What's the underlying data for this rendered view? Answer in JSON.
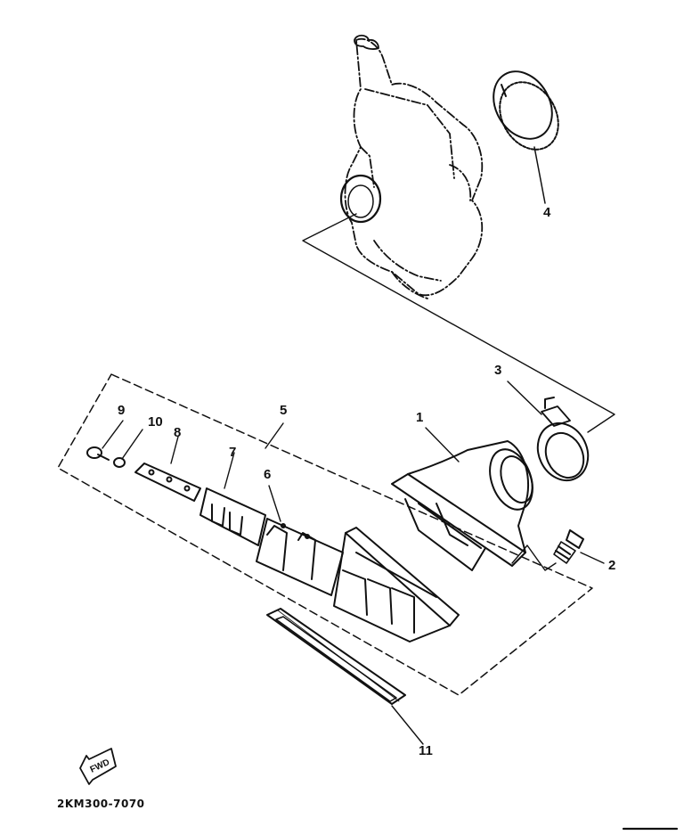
{
  "diagram": {
    "drawing_code": "2KM300-7070",
    "fwd_label": "FWD",
    "parts": [
      {
        "id": "p1",
        "label": "1"
      },
      {
        "id": "p2",
        "label": "2"
      },
      {
        "id": "p3",
        "label": "3"
      },
      {
        "id": "p4",
        "label": "4"
      },
      {
        "id": "p5",
        "label": "5"
      },
      {
        "id": "p6",
        "label": "6"
      },
      {
        "id": "p7",
        "label": "7"
      },
      {
        "id": "p8",
        "label": "8"
      },
      {
        "id": "p9",
        "label": "9"
      },
      {
        "id": "p10",
        "label": "10"
      },
      {
        "id": "p11",
        "label": "11"
      }
    ]
  }
}
